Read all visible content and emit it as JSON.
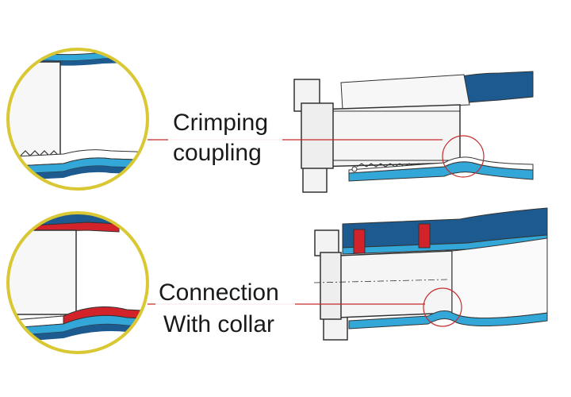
{
  "labels": {
    "crimping": [
      "Crimping",
      "coupling"
    ],
    "collar": [
      "Connection",
      "With collar"
    ]
  },
  "colors": {
    "hose_blue": "#1d5a8f",
    "hose_light_blue": "#33a8d8",
    "magnifier_ring": "#d9c733",
    "leader_line": "#c52a2a",
    "collar_red": "#d2232a",
    "outline": "#333333",
    "metal_fill": "#f3f3f3",
    "background": "#ffffff"
  },
  "icons": {
    "magnifier": "circle-magnifier",
    "detail_marker": "red-circle-marker"
  }
}
